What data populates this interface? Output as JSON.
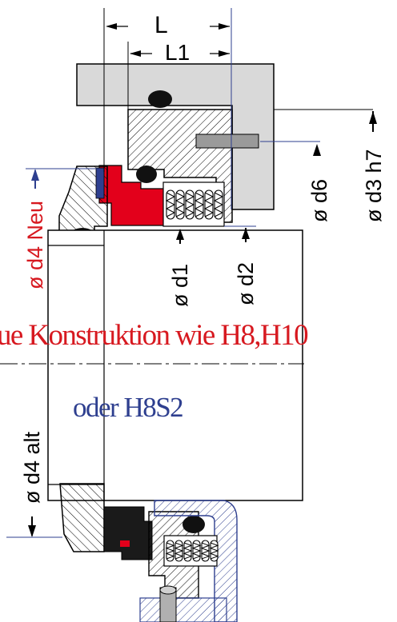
{
  "labels": {
    "L": "L",
    "L1": "L1",
    "d3h7": "ø d3 h7",
    "d6": "ø d6",
    "d1": "ø d1",
    "d2": "ø d2",
    "d4neu": "ø d4 Neu",
    "d4alt": "ø d4 alt"
  },
  "notes": {
    "konstruktion": "ue Konstruktion wie H8,H10",
    "oder": "oder H8S2"
  },
  "colors": {
    "highlight_red": "#e3001b",
    "text_red": "#d71920",
    "text_blue": "#2e3f8f",
    "housing_gray": "#d9d9d9",
    "seat_black": "#1a1a1a",
    "outline": "#000000",
    "hatch_blue": "#2e3f8f"
  }
}
